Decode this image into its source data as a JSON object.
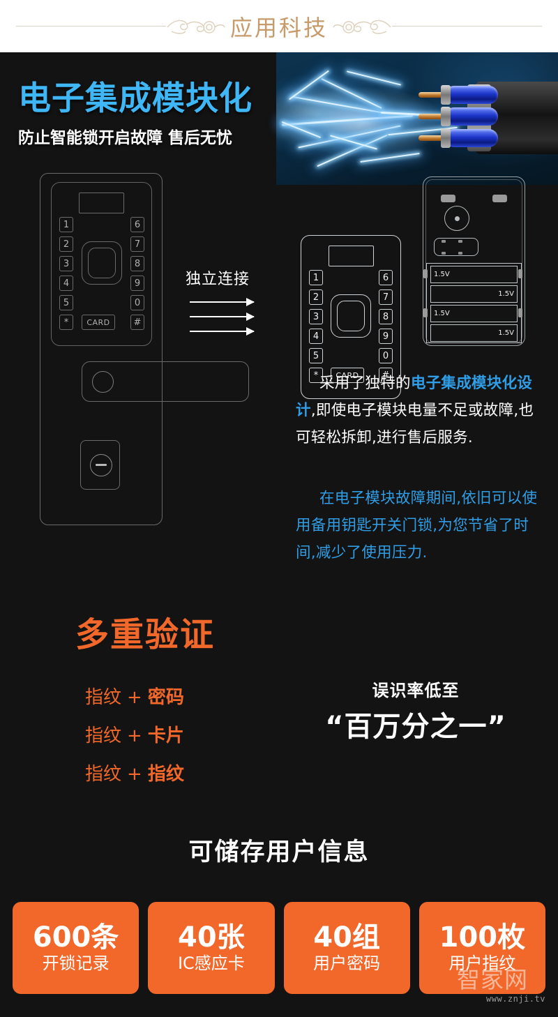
{
  "header": {
    "title": "应用科技",
    "ornament_left": "flourish-ornament",
    "ornament_right": "flourish-ornament"
  },
  "hero": {
    "headline": "电子集成模块化",
    "subhead": "防止智能锁开启故障 售后无忧",
    "photo_alt": "electric-cable-lightning-photo"
  },
  "diagram": {
    "keypad_keys_left": [
      "1",
      "2",
      "3",
      "4",
      "5",
      "*"
    ],
    "keypad_keys_right": [
      "6",
      "7",
      "8",
      "9",
      "0",
      "#"
    ],
    "card_key": "CARD",
    "connect_label": "独立连接",
    "arrow_count": 3,
    "battery_cells": [
      {
        "label": "1.5V",
        "align": "left"
      },
      {
        "label": "1.5V",
        "align": "right"
      },
      {
        "label": "1.5V",
        "align": "left"
      },
      {
        "label": "1.5V",
        "align": "right"
      }
    ]
  },
  "description": {
    "p1_pre": "采用了独特的",
    "p1_highlight": "电子集成模块化设计",
    "p1_post": ",即使电子模块电量不足或故障,也可轻松拆卸,进行售后服务.",
    "p2": "在电子模块故障期间,依旧可以使用备用钥匙开关门锁,为您节省了时间,减少了使用压力."
  },
  "multi_auth": {
    "title": "多重验证",
    "rows": [
      {
        "first": "指纹",
        "plus": "+",
        "second": "密码"
      },
      {
        "first": "指纹",
        "plus": "+",
        "second": "卡片"
      },
      {
        "first": "指纹",
        "plus": "+",
        "second": "指纹"
      }
    ],
    "fr_label": "误识率低至",
    "fr_value": "“百万分之一”"
  },
  "storage": {
    "title": "可储存用户信息",
    "cards": [
      {
        "value": "600条",
        "label": "开锁记录"
      },
      {
        "value": "40张",
        "label": "IC感应卡"
      },
      {
        "value": "40组",
        "label": "用户密码"
      },
      {
        "value": "100枚",
        "label": "用户指纹"
      }
    ]
  },
  "watermark": {
    "name": "智家网",
    "url": "www.znji.tv"
  },
  "colors": {
    "accent_blue": "#3fb6f5",
    "text_blue": "#2f9ee6",
    "accent_orange": "#f2682a",
    "header_gold": "#c79a6a",
    "dark_bg": "#131313"
  }
}
